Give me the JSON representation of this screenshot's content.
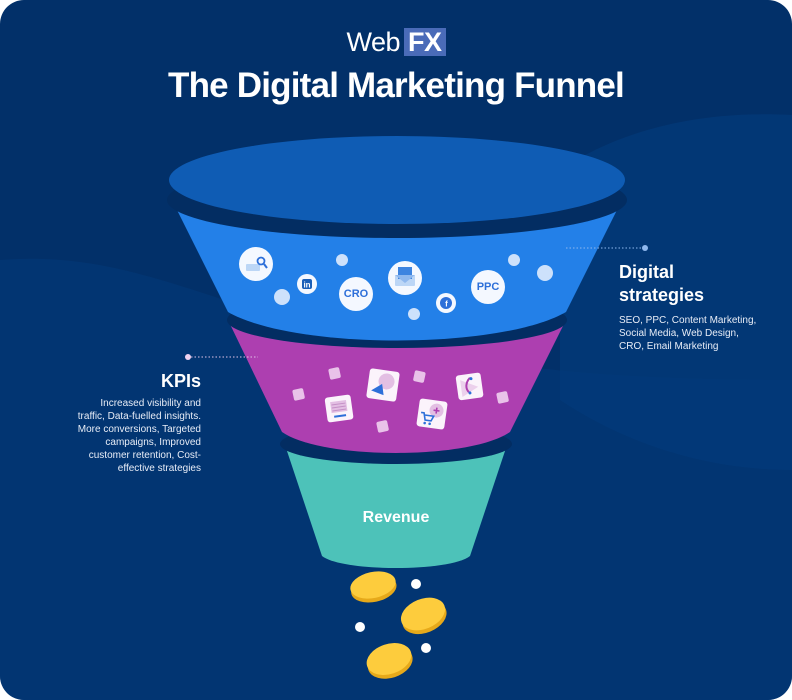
{
  "header": {
    "logo_web": "Web",
    "logo_fx": "FX",
    "title": "The Digital Marketing Funnel"
  },
  "funnel": {
    "stages": [
      {
        "name": "Digital strategies",
        "color": "#2380e8"
      },
      {
        "name": "KPIs",
        "color": "#ad3fb0"
      },
      {
        "name": "Revenue",
        "color": "#4dc2b9"
      }
    ],
    "rim_color": "#0f5cb4",
    "revenue_label": "Revenue",
    "top_icons": [
      "seo-search-icon",
      "linkedin-icon",
      "CRO",
      "email-icon",
      "facebook-icon",
      "PPC"
    ],
    "cro_label": "CRO",
    "ppc_label": "PPC",
    "middle_icons": [
      "document-icon",
      "megaphone-icon",
      "shopping-cart-icon",
      "phone-icon"
    ]
  },
  "labels": {
    "digital": {
      "title_line1": "Digital",
      "title_line2": "strategies",
      "body_line1": "SEO, PPC, Content Marketing,",
      "body_line2": "Social Media, Web Design,",
      "body_line3": "CRO, Email Marketing"
    },
    "kpis": {
      "title": "KPIs",
      "body_line1": "Increased visibility and",
      "body_line2": "traffic, Data-fuelled insights.",
      "body_line3": "More conversions, Targeted",
      "body_line4": "campaigns, Improved",
      "body_line5": "customer retention, Cost-",
      "body_line6": "effective strategies"
    }
  },
  "colors": {
    "background": "#023069",
    "coin": "#fdcc3d",
    "coin_edge": "#e6a91a"
  }
}
